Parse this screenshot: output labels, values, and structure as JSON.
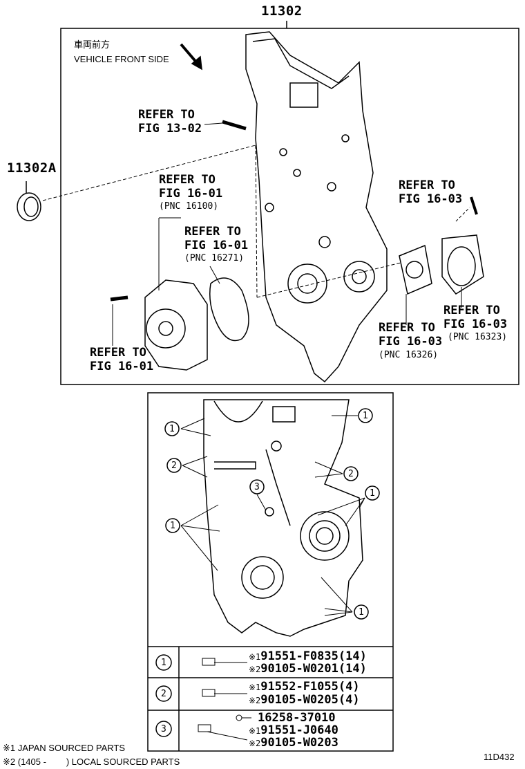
{
  "main_part": "11302",
  "seal_part": "11302A",
  "direction_label": {
    "jp": "車両前方",
    "en": "VEHICLE FRONT SIDE"
  },
  "callouts": [
    {
      "line1": "REFER TO",
      "line2": "FIG 13-02",
      "pnc": ""
    },
    {
      "line1": "REFER TO",
      "line2": "FIG 16-01",
      "pnc": "(PNC 16100)"
    },
    {
      "line1": "REFER TO",
      "line2": "FIG 16-01",
      "pnc": "(PNC 16271)"
    },
    {
      "line1": "REFER TO",
      "line2": "FIG 16-01",
      "pnc": ""
    },
    {
      "line1": "REFER TO",
      "line2": "FIG 16-03",
      "pnc": ""
    },
    {
      "line1": "REFER TO",
      "line2": "FIG 16-03",
      "pnc": "(PNC 16323)"
    },
    {
      "line1": "REFER TO",
      "line2": "FIG 16-03",
      "pnc": "(PNC 16326)"
    }
  ],
  "circle_marks": [
    "1",
    "2",
    "3"
  ],
  "bolt_table": [
    {
      "mark": "1",
      "parts": [
        {
          "note": "※1",
          "pn": "91551-F0835(14)"
        },
        {
          "note": "※2",
          "pn": "90105-W0201(14)"
        }
      ]
    },
    {
      "mark": "2",
      "parts": [
        {
          "note": "※1",
          "pn": "91552-F1055(4)"
        },
        {
          "note": "※2",
          "pn": "90105-W0205(4)"
        }
      ]
    },
    {
      "mark": "3",
      "parts": [
        {
          "note": "",
          "pn": "16258-37010"
        },
        {
          "note": "※1",
          "pn": "91551-J0640"
        },
        {
          "note": "※2",
          "pn": "90105-W0203"
        }
      ]
    }
  ],
  "footnotes": [
    "※1 JAPAN SOURCED PARTS",
    "※2 (1405 -        ) LOCAL SOURCED PARTS"
  ],
  "figure_code": "11D432"
}
